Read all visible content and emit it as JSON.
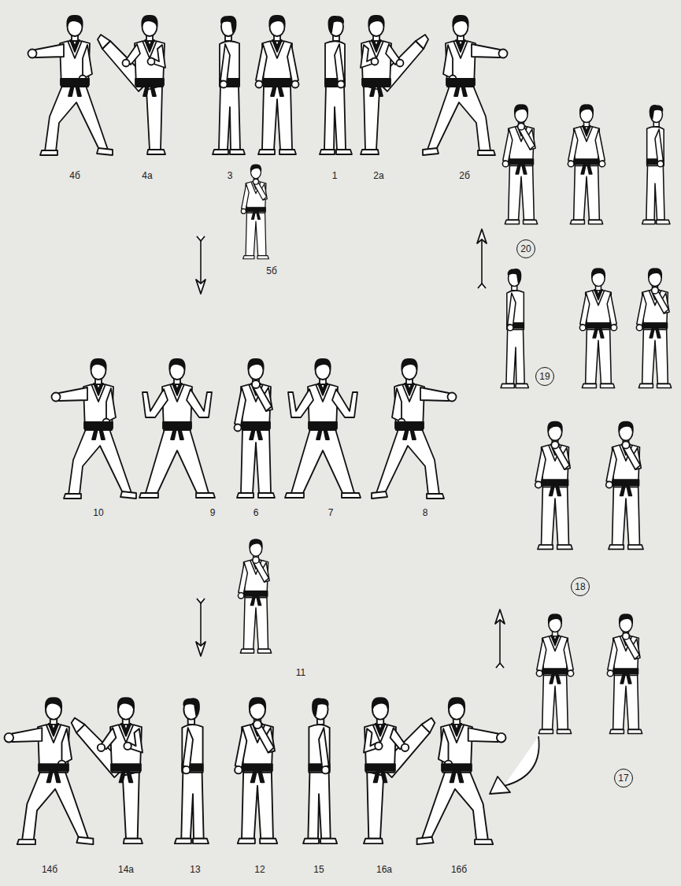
{
  "diagram": {
    "nodes": [
      {
        "text": [
          "20"
        ]
      },
      {
        "text": [
          "19"
        ]
      },
      {
        "text": [
          "18"
        ]
      },
      {
        "text": [
          "17"
        ]
      }
    ],
    "labels": [
      "4б",
      "4а",
      "3",
      "1",
      "2а",
      "2б",
      "5б",
      "10",
      "9",
      "6",
      "7",
      "8",
      "11",
      "14б",
      "14а",
      "13",
      "12",
      "15",
      "16а",
      "16б"
    ]
  }
}
